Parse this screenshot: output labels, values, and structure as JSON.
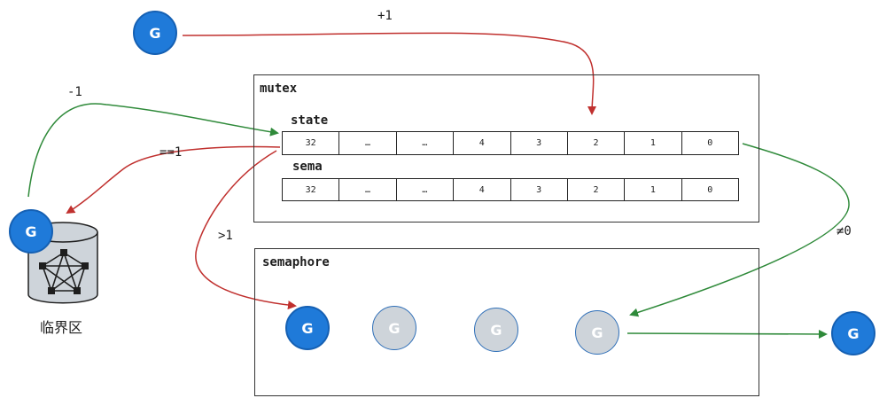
{
  "colors": {
    "goroutine_active": "#1f7ad9",
    "goroutine_waiting": "#ced4da",
    "arrow_red": "#c0302e",
    "arrow_green": "#2f8a3a",
    "box_border": "#333333"
  },
  "mutex": {
    "title": "mutex",
    "state_label": "state",
    "state_cells": [
      "32",
      "…",
      "…",
      "4",
      "3",
      "2",
      "1",
      "0"
    ],
    "sema_label": "sema",
    "sema_cells": [
      "32",
      "…",
      "…",
      "4",
      "3",
      "2",
      "1",
      "0"
    ]
  },
  "semaphore": {
    "title": "semaphore",
    "goroutines": [
      {
        "label": "G",
        "state": "active"
      },
      {
        "label": "G",
        "state": "waiting"
      },
      {
        "label": "G",
        "state": "waiting"
      },
      {
        "label": "G",
        "state": "waiting"
      }
    ]
  },
  "goroutines": {
    "top": "G",
    "critical": "G",
    "right": "G"
  },
  "critical_section": {
    "label": "临界区",
    "icon": "database-network-icon"
  },
  "arrows": {
    "plus_one": "+1",
    "minus_one": "-1",
    "eq_one": "==1",
    "gt_one": ">1",
    "neq_zero": "≠0"
  }
}
